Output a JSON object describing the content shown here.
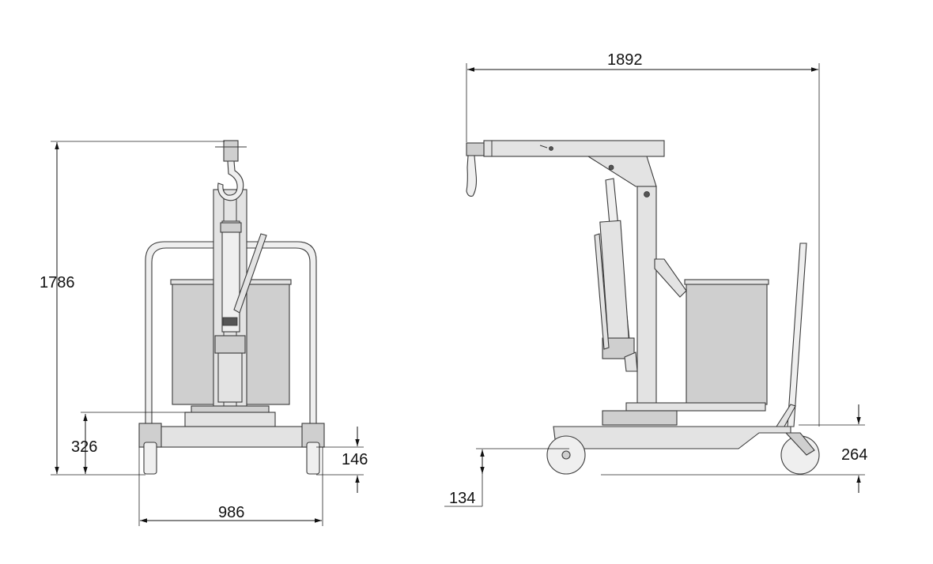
{
  "dimensions": {
    "front_height": "1786",
    "front_base_height": "326",
    "front_chassis_clearance": "146",
    "front_width": "986",
    "side_length": "1892",
    "side_wheel_height": "264",
    "side_chassis_height": "134"
  },
  "colors": {
    "line": "#333333",
    "fill": "#e3e3e3",
    "fill_dark": "#cfcfcf"
  }
}
